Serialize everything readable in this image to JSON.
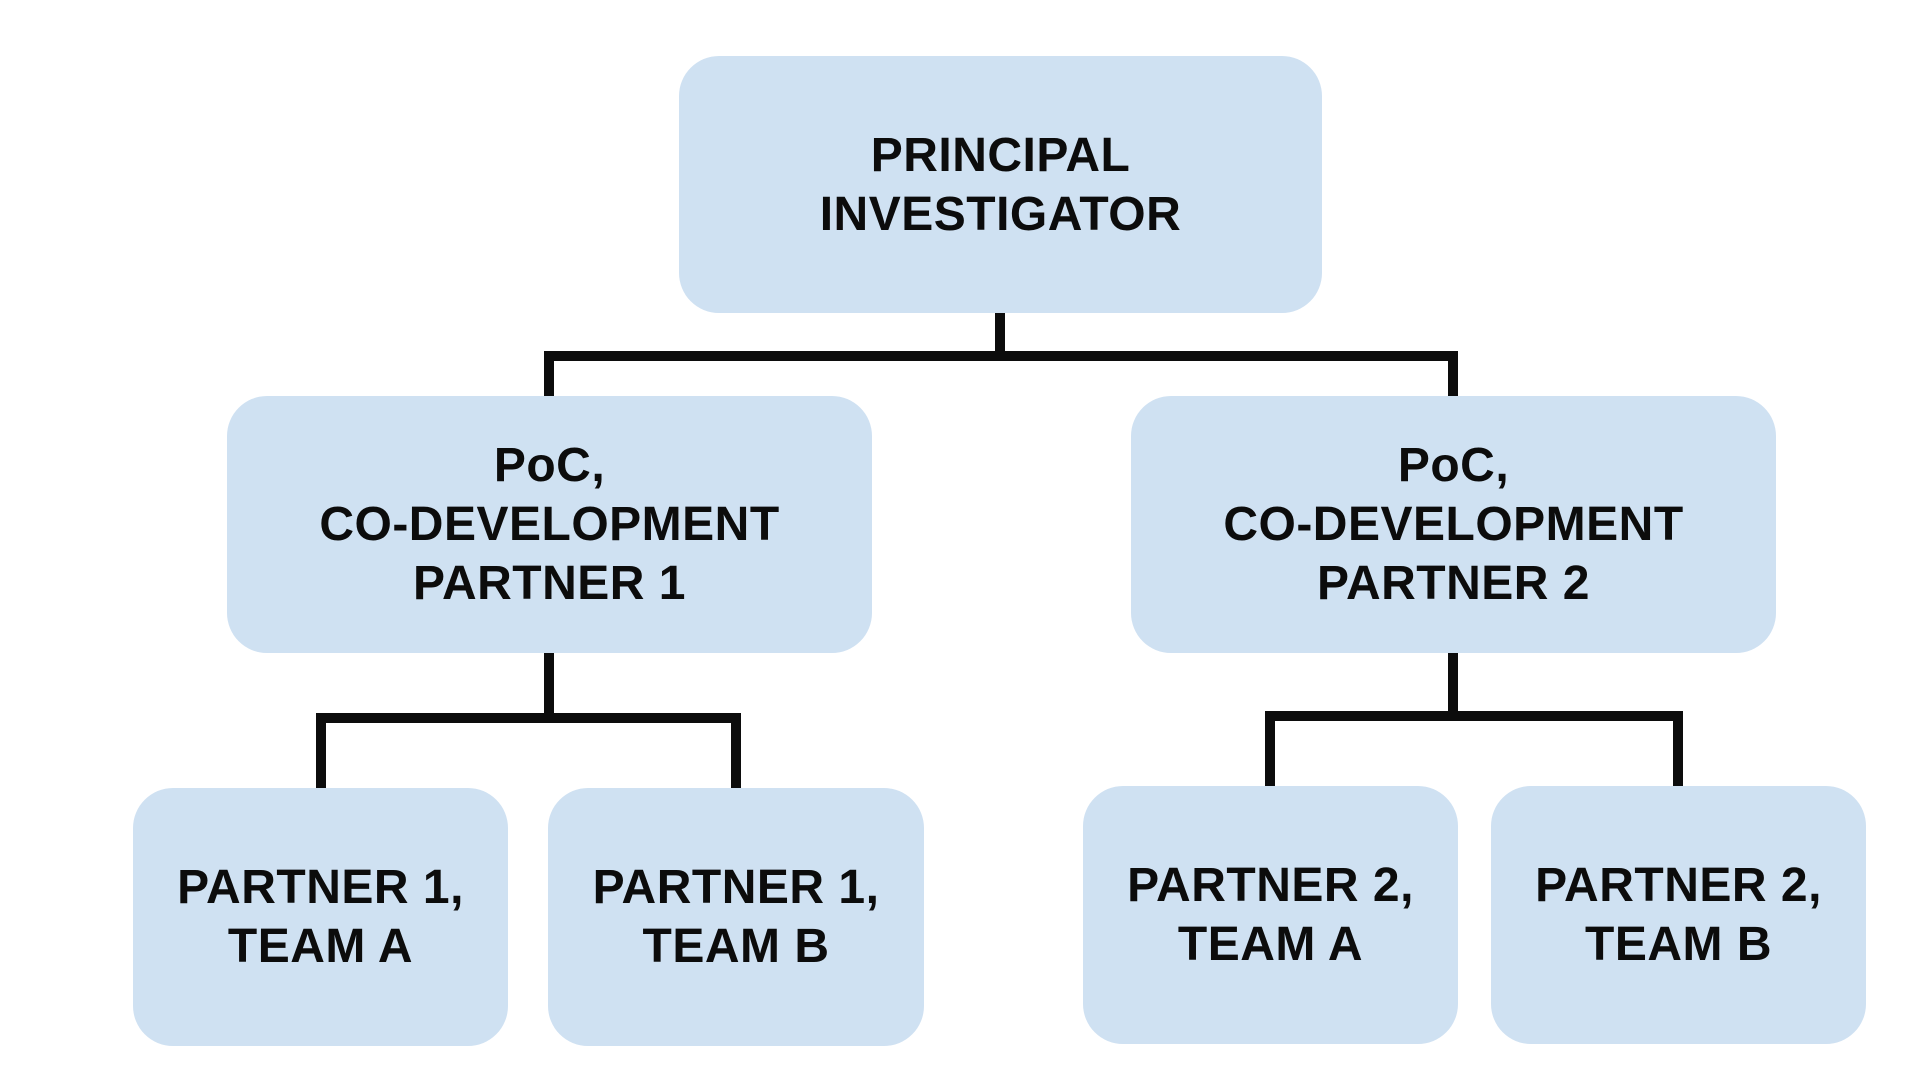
{
  "diagram": {
    "background": "#ffffff",
    "node_fill": "#cfe1f2",
    "connector_color": "#0c0c0c",
    "root": {
      "lines": [
        "PRINCIPAL",
        "INVESTIGATOR"
      ]
    },
    "partners": [
      {
        "lines": [
          "PoC,",
          "CO-DEVELOPMENT",
          "PARTNER 1"
        ],
        "teams": [
          {
            "lines": [
              "PARTNER 1,",
              "TEAM A"
            ]
          },
          {
            "lines": [
              "PARTNER 1,",
              "TEAM B"
            ]
          }
        ]
      },
      {
        "lines": [
          "PoC,",
          "CO-DEVELOPMENT",
          "PARTNER 2"
        ],
        "teams": [
          {
            "lines": [
              "PARTNER 2,",
              "TEAM A"
            ]
          },
          {
            "lines": [
              "PARTNER 2,",
              "TEAM B"
            ]
          }
        ]
      }
    ]
  }
}
